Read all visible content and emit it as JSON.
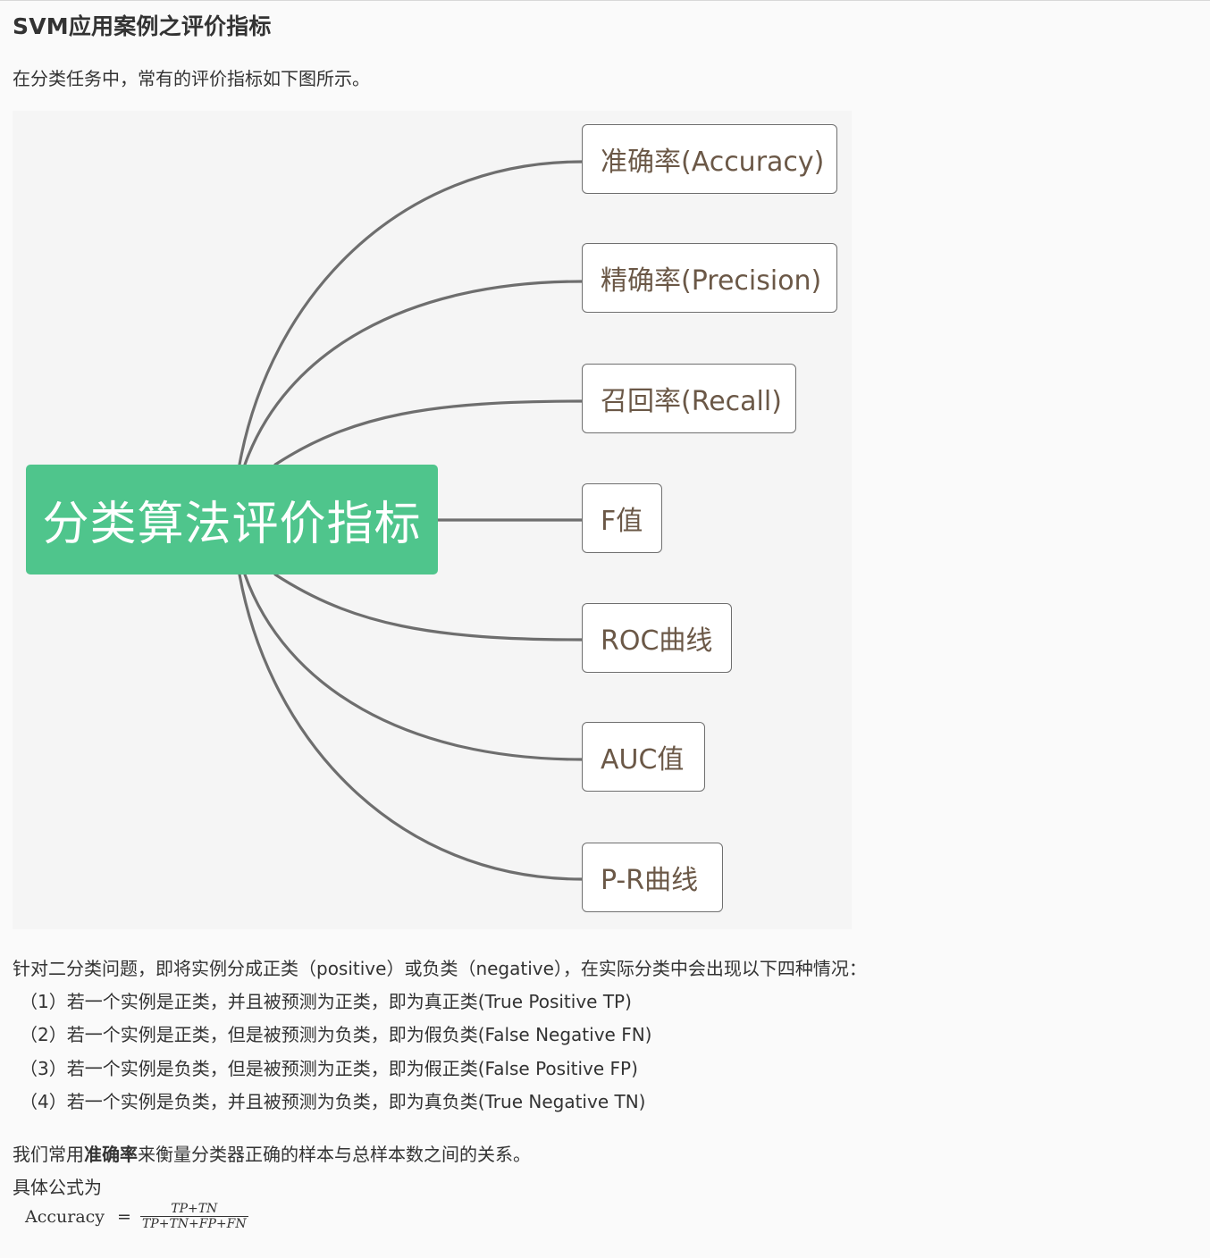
{
  "article": {
    "title": "SVM应用案例之评价指标",
    "intro": "在分类任务中，常有的评价指标如下图所示。"
  },
  "mindmap": {
    "root": "分类算法评价指标",
    "leaves": [
      "准确率(Accuracy)",
      "精确率(Precision)",
      "召回率(Recall)",
      "F值",
      "ROC曲线",
      "AUC值",
      "P-R曲线"
    ],
    "colors": {
      "root_fill": "#4fc58c",
      "leaf_text": "#6b5847",
      "connector": "#6e6e6e"
    }
  },
  "body": {
    "binary_intro": "针对二分类问题，即将实例分成正类（positive）或负类（negative），在实际分类中会出现以下四种情况：",
    "cases": [
      "（1）若一个实例是正类，并且被预测为正类，即为真正类(True Positive TP)",
      "（2）若一个实例是正类，但是被预测为负类，即为假负类(False Negative FN)",
      "（3）若一个实例是负类，但是被预测为正类，即为假正类(False Positive FP)",
      "（4）若一个实例是负类，并且被预测为负类，即为真负类(True Negative TN)"
    ],
    "accuracy_pre": "我们常用",
    "accuracy_bold": "准确率",
    "accuracy_post": "来衡量分类器正确的样本与总样本数之间的关系。",
    "formula_intro": "具体公式为"
  },
  "formula": {
    "lhs": "Accuracy",
    "eq": "=",
    "numerator": "TP+TN",
    "denominator": "TP+TN+FP+FN"
  }
}
